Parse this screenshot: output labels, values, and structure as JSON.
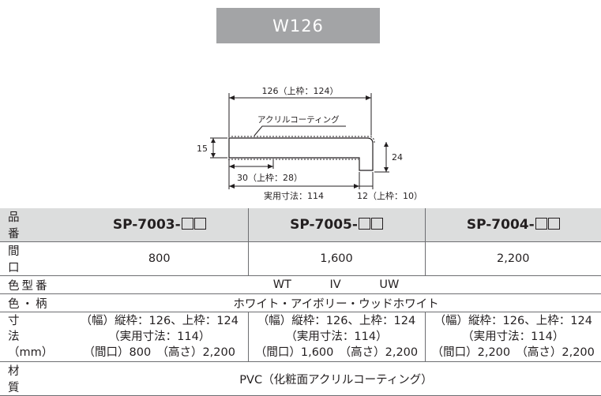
{
  "banner": {
    "title": "W126"
  },
  "diagram": {
    "dim_top": "126（上枠：124）",
    "coating_label": "アクリルコーティング",
    "dim_left": "15",
    "dim_right": "24",
    "dim_lip": "30（上枠：28）",
    "dim_effective": "実用寸法：114",
    "dim_bottom_right": "12（上枠：10）"
  },
  "table": {
    "row_product": {
      "label": "品　番",
      "codes": [
        "SP-7003-",
        "SP-7005-",
        "SP-7004-"
      ]
    },
    "row_opening": {
      "label": "間　口",
      "values": [
        "800",
        "1,600",
        "2,200"
      ]
    },
    "row_color_code": {
      "label": "色型番",
      "values": [
        "WT",
        "IV",
        "UW"
      ]
    },
    "row_color": {
      "label": "色・柄",
      "value": "ホワイト・アイボリー・ウッドホワイト"
    },
    "row_size": {
      "label": "寸　法",
      "label_unit": "（mm）",
      "cells": [
        {
          "line1": "（幅）縦枠：126、上枠：124",
          "line2": "（実用寸法：114）",
          "line3": "（間口）800　（高さ）2,200"
        },
        {
          "line1": "（幅）縦枠：126、上枠：124",
          "line2": "（実用寸法：114）",
          "line3": "（間口）1,600　（高さ）2,200"
        },
        {
          "line1": "（幅）縦枠：126、上枠：124",
          "line2": "（実用寸法：114）",
          "line3": "（間口）2,200　（高さ）2,200"
        }
      ]
    },
    "row_material": {
      "label": "材　質",
      "value": "PVC（化粧面アクリルコーティング）"
    }
  }
}
